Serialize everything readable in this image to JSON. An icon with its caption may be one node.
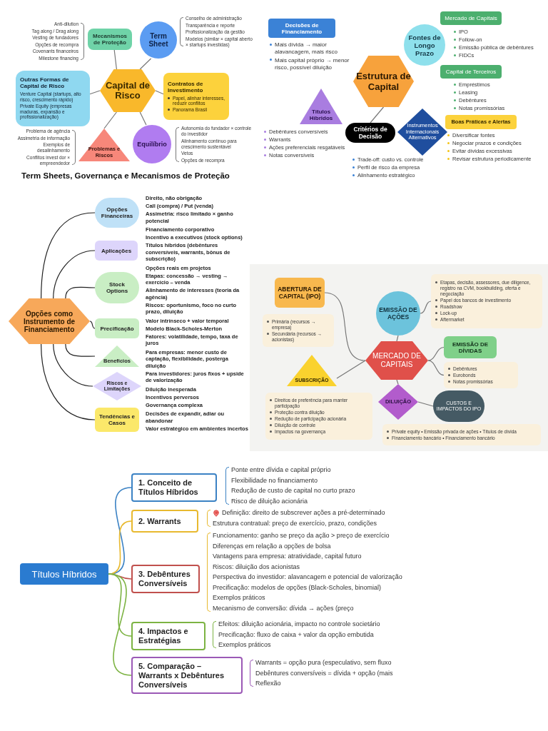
{
  "diagram": {
    "nodes": [
      {
        "text": [
          "Mecanismos de Proteção"
        ],
        "beside": [
          "Anti-dilution",
          "Tag along / Drag along",
          "Vesting de fundadores",
          "Opções de recompra",
          "Covenants financeiros",
          "Milestone financing"
        ]
      },
      {
        "text": [
          "Term Sheet"
        ],
        "beside": [
          "Conselho de administração",
          "Transparência e reporte",
          "Profissionalização da gestão",
          "Modelos (similar × capital aberto × startups investidas)"
        ]
      },
      {
        "text": [
          "Capital de Risco"
        ]
      },
      {
        "text": [
          "Outras Formas de Capital de Risco",
          "Venture Capital (startups, alto risco, crescimento rápido)",
          "Private Equity (empresas maduras, expansão e profissionalização)"
        ]
      },
      {
        "text": [
          "Contratos de Investimento",
          "Papel, alinhar interesses, reduzir conflitos",
          "Panorama Brasil"
        ]
      },
      {
        "text": [
          "Problemas e Riscos"
        ],
        "beside": [
          "Problema de agência",
          "Assimetria de informação",
          "Exemplos de desalinhamento",
          "Conflitos invest dor × empreendedor"
        ]
      },
      {
        "text": [
          "Equilíbrio"
        ],
        "beside": [
          "Autonomia do fundador × controle do investidor",
          "Alinhamento contínuo para crescimento sustentável",
          "Vetos",
          "Opções de recompra"
        ]
      },
      {
        "text": [
          "Decisões de Financiamento"
        ],
        "beside": [
          "Mais dívida → maior alavancagem, mais risco",
          "Mais capital próprio → menor risco, possível diluição"
        ]
      },
      {
        "text": [
          "Fontes de Longo Prazo"
        ]
      },
      {
        "text": [
          "Mercado de Capitais"
        ],
        "beside": [
          "IPO",
          "Follow-on",
          "Emissão pública de debêntures",
          "FIDCs"
        ]
      },
      {
        "text": [
          "Estrutura de Capital"
        ]
      },
      {
        "text": [
          "Capital de Terceiros"
        ],
        "beside": [
          "Empréstimos",
          "Leasing",
          "Debêntures",
          "Notas promissórias"
        ]
      },
      {
        "text": [
          "Títulos Híbridos"
        ],
        "beside": [
          "Debêntures conversíveis",
          "Warrants",
          "Ações preferenciais resgatáveis",
          "Notas conversíveis"
        ]
      },
      {
        "text": [
          "Critérios de Decisão"
        ],
        "beside": [
          "Trade-off: custo vs. controle",
          "Perfil de risco da empresa",
          "Alinhamento estratégico"
        ]
      },
      {
        "text": [
          "Instrumentos Internacionais Alternativos"
        ]
      },
      {
        "text": [
          "Boas Práticas e Alertas"
        ],
        "beside": [
          "Diversificar fontes",
          "Negociar prazos e condições",
          "Evitar dívidas excessivas",
          "Revisar estrutura periodicamente"
        ]
      },
      {
        "text": [
          "Opções como Instrumento de Financiamento"
        ]
      },
      {
        "text": [
          "Opções Financeiras"
        ],
        "beside": [
          "Direito, não obrigação",
          "Call (compra) / Put (venda)",
          "Assimetria: risco limitado × ganho potencial"
        ]
      },
      {
        "text": [
          "Aplicações"
        ],
        "beside": [
          "Financiamento corporativo",
          "Incentivo a executivos (stock options)",
          "Títulos híbridos (debêntures conversíveis, warrants, bônus de subscrição)"
        ]
      },
      {
        "text": [
          "Stock Options"
        ],
        "beside": [
          "Opções reais em projetos",
          "Etapas: concessão → vesting → exercício – venda",
          "Alinhamento de interesses (teoria da agência)",
          "Riscos: oportunismo, foco no curto prazo, diluição"
        ]
      },
      {
        "text": [
          "Precificação"
        ],
        "beside": [
          "Valor intrínseco + valor temporal",
          "Modelo Black-Scholes-Merton",
          "Fatores: volatilidade, tempo, taxa de juros"
        ]
      },
      {
        "text": [
          "Benefícios"
        ],
        "beside": [
          "Para empresas: menor custo de captação, flexibilidade, posterga diluição",
          "Para investidores: juros fixos + upside de valorização"
        ]
      },
      {
        "text": [
          "Riscos e Limitações"
        ],
        "beside": [
          "Diluição inesperada",
          "Incentivos perversos",
          "Governança complexa"
        ]
      },
      {
        "text": [
          "Tendências e Casos"
        ],
        "beside": [
          "Decisões de expandir, adiar ou abandonar",
          "Valor estratégico em ambientes incertos"
        ]
      },
      {
        "text": [
          "ABERTURA DE CAPITAL (IPO)"
        ]
      },
      {
        "text": [
          "Primária (recursos → empresa)",
          "Secundária (recursos → acionistas)"
        ]
      },
      {
        "text": [
          "EMISSÃO DE AÇÕES"
        ]
      },
      {
        "text": [
          "Etapas, decisão, assessores, due diligence, registro na CVM, bookbuilding, oferta e negociação",
          "Papel dos bancos de investimento",
          "Roadshow",
          "Lock-up",
          "Aftermarket"
        ]
      },
      {
        "text": [
          "MERCADO DE CAPITAIS"
        ]
      },
      {
        "text": [
          "EMISSÃO DE DÍVIDAS"
        ]
      },
      {
        "text": [
          "Debêntures",
          "Eurobonds",
          "Notas promissórias"
        ]
      },
      {
        "text": [
          "SUBSCRIÇÃO"
        ]
      },
      {
        "text": [
          "Direitos de preferência para manter participação",
          "Proteção contra diluição",
          "Redução de participação acionária",
          "Diluição de controle",
          "Impactos na governança"
        ]
      },
      {
        "text": [
          "DILUIÇÃO"
        ]
      },
      {
        "text": [
          "CUSTOS E IMPACTOS DO IPO"
        ]
      },
      {
        "text": [
          "Private equity • Emissão privada de ações • Títulos de dívida",
          "Financiamento bancário • Financiamento bancário"
        ]
      },
      {
        "text": [
          "Títulos Híbridos"
        ]
      },
      {
        "text": [
          "1. Conceito de Títulos Híbridos"
        ],
        "beside": [
          "Ponte entre dívida e capital próprio",
          "Flexibilidade no financiamento",
          "Redução de custo de capital no curto prazo",
          "Risco de diluição acionária"
        ]
      },
      {
        "text": [
          "2. Warrants"
        ],
        "beside": [
          "Definição: direito de subscrever ações a pré-determinado",
          "Estrutura contratual: preço de exercício, prazo, condições"
        ]
      },
      {
        "text": [
          "3. Debêntures Conversíveis"
        ],
        "beside": [
          "Funcionamento: ganho se preço da ação > preço de exercício",
          "Diferenças em relação a opções de bolsa",
          "Vantagens para empresa: atratividade, capital futuro",
          "Riscos: diluição dos acionistas",
          "Perspectiva do investidor: alavancagem e potencial de valorização",
          "Precificação: modelos de opções (Black-Scholes, binomial)",
          "Exemplos práticos",
          "Mecanismo de conversão: dívida → ações (preço"
        ]
      },
      {
        "text": [
          "4. Impactos e Estratégias"
        ],
        "beside": [
          "Efeitos: diluição acionária, impacto no controle societário",
          "Precificação: fluxo de caixa + valor da opção embutida",
          "Exemplos práticos"
        ]
      },
      {
        "text": [
          "5. Comparação – Warrants x Debêntures Conversíveis"
        ],
        "beside": [
          "Warrants = opção pura (especulativo, sem fluxo",
          "Debêntures conversíveis = dívida + opção (mais",
          "Reflexão"
        ]
      }
    ],
    "edges": [
      {
        "from": 2,
        "to": 0,
        "arrow": "none"
      },
      {
        "from": 2,
        "to": 1,
        "arrow": "none"
      },
      {
        "from": 2,
        "to": 3,
        "arrow": "none"
      },
      {
        "from": 2,
        "to": 4,
        "arrow": "none"
      },
      {
        "from": 2,
        "to": 5,
        "arrow": "none"
      },
      {
        "from": 2,
        "to": 6,
        "arrow": "none"
      },
      {
        "from": 10,
        "to": 13,
        "arrow": "none"
      },
      {
        "from": 16,
        "to": 17,
        "arrow": "none",
        "color": "#222222"
      },
      {
        "from": 16,
        "to": 18,
        "arrow": "none",
        "color": "#222222"
      },
      {
        "from": 16,
        "to": 19,
        "arrow": "none",
        "color": "#222222"
      },
      {
        "from": 16,
        "to": 20,
        "arrow": "none",
        "color": "#222222"
      },
      {
        "from": 16,
        "to": 21,
        "arrow": "none",
        "color": "#222222"
      },
      {
        "from": 16,
        "to": 22,
        "arrow": "none",
        "color": "#222222"
      },
      {
        "from": 16,
        "to": 23,
        "arrow": "none",
        "color": "#222222"
      },
      {
        "from": 24,
        "to": 28,
        "arrow": "none"
      },
      {
        "from": 26,
        "to": 27,
        "arrow": "none"
      },
      {
        "from": 26,
        "to": 28,
        "arrow": "none"
      },
      {
        "from": 28,
        "to": 29,
        "arrow": "none"
      },
      {
        "from": 28,
        "to": 30,
        "arrow": "none"
      },
      {
        "from": 28,
        "to": 31,
        "arrow": "none"
      },
      {
        "from": 28,
        "to": 33,
        "arrow": "none"
      },
      {
        "from": 33,
        "to": 34,
        "arrow": "none"
      },
      {
        "from": 36,
        "to": 37,
        "arrow": "none",
        "color": "#3b82c4"
      },
      {
        "from": 36,
        "to": 38,
        "arrow": "none",
        "color": "#e8b92f"
      },
      {
        "from": 36,
        "to": 39,
        "arrow": "none",
        "color": "#c0504d"
      },
      {
        "from": 36,
        "to": 40,
        "arrow": "none",
        "color": "#7cb342"
      },
      {
        "from": 36,
        "to": 41,
        "arrow": "none",
        "color": "#7cb342"
      }
    ],
    "labels": [
      "Term Sheets, Governança e Mecanismos de Proteção"
    ]
  }
}
